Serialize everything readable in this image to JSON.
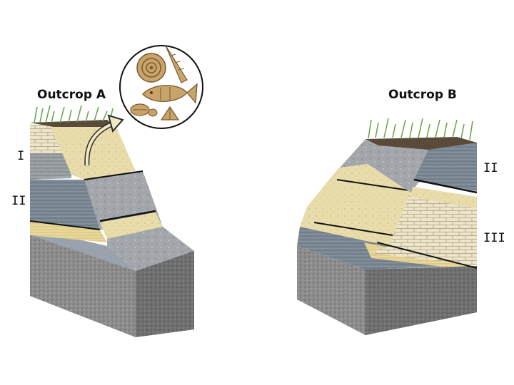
{
  "outcrop_a": {
    "title": "Outcrop A",
    "labels": [
      "I",
      "II"
    ]
  },
  "outcrop_b": {
    "title": "Outcrop B",
    "labels": [
      "II",
      "III"
    ]
  },
  "fossil_inset": {
    "fossils": [
      "ammonite-icon",
      "gastropod-icon",
      "fish-icon",
      "trilobite-icon",
      "brachiopod-icon",
      "shell-icon"
    ]
  },
  "colors": {
    "sandstone": "#e6d9a8",
    "shale": "#7f8a97",
    "limestone": "#efe7cc",
    "bedrock": "#8c8c8c",
    "grass": "#6aa84f",
    "soil": "#5a4a3a"
  }
}
